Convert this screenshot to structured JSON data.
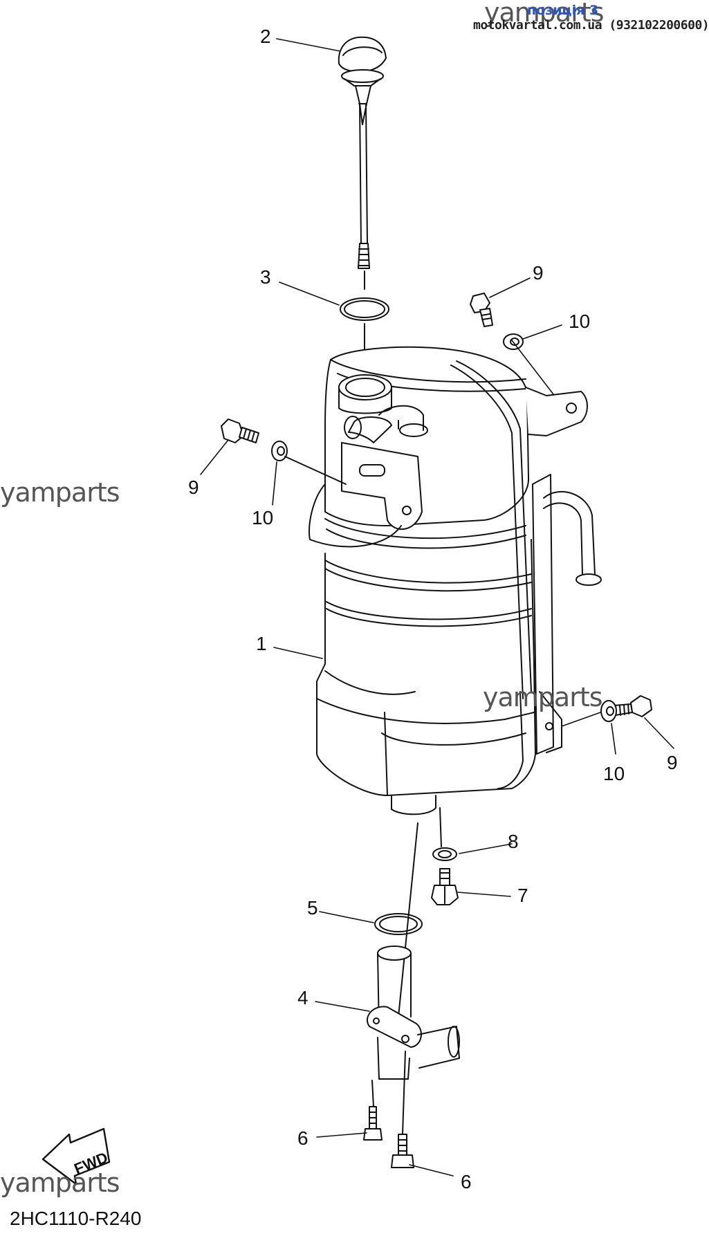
{
  "header": {
    "watermark": "yamparts",
    "link_text": "позиція 3",
    "source_text": "motokvartal.com.ua (932102200600)"
  },
  "watermarks": [
    "yamparts",
    "yamparts",
    "yamparts"
  ],
  "diagram_code": "2HC1110-R240",
  "fwd_label": "FWD",
  "callouts": {
    "tank": "1",
    "dipstick": "2",
    "o_ring_top": "3",
    "pipe_fitting": "4",
    "o_ring_bottom": "5",
    "bolt_fitting_left": "6",
    "bolt_fitting_right": "6",
    "drain_plug": "7",
    "gasket": "8",
    "bolt_left": "9",
    "bolt_top_right": "9",
    "bolt_right": "9",
    "washer_left": "10",
    "washer_top_right": "10",
    "washer_right": "10"
  },
  "colors": {
    "line": "#111111",
    "watermark": "#555555",
    "link": "#2a55c8",
    "background": "#ffffff"
  }
}
